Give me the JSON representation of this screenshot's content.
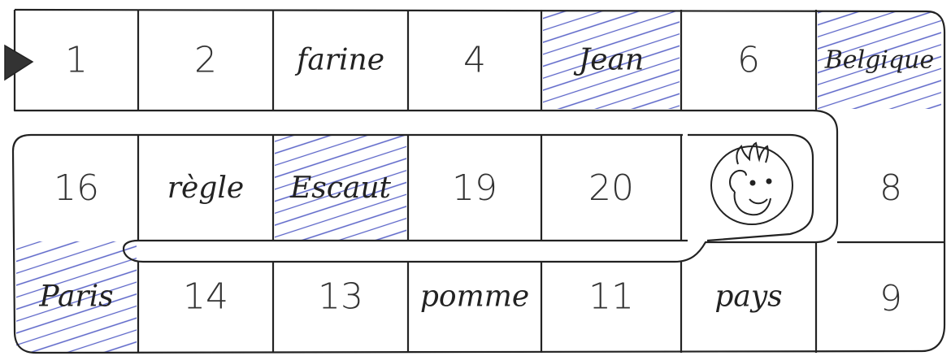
{
  "board": {
    "start_marker": "start-arrow",
    "cells": [
      {
        "id": 1,
        "label": "1",
        "kind": "number",
        "shaded": false
      },
      {
        "id": 2,
        "label": "2",
        "kind": "number",
        "shaded": false
      },
      {
        "id": 3,
        "label": "farine",
        "kind": "word",
        "shaded": false
      },
      {
        "id": 4,
        "label": "4",
        "kind": "number",
        "shaded": false
      },
      {
        "id": 5,
        "label": "Jean",
        "kind": "word",
        "shaded": true
      },
      {
        "id": 6,
        "label": "6",
        "kind": "number",
        "shaded": false
      },
      {
        "id": 7,
        "label": "Belgique",
        "kind": "word",
        "shaded": true
      },
      {
        "id": 8,
        "label": "8",
        "kind": "number",
        "shaded": false
      },
      {
        "id": 9,
        "label": "9",
        "kind": "number",
        "shaded": false
      },
      {
        "id": 10,
        "label": "pays",
        "kind": "word",
        "shaded": false
      },
      {
        "id": 11,
        "label": "11",
        "kind": "number",
        "shaded": false
      },
      {
        "id": 12,
        "label": "pomme",
        "kind": "word",
        "shaded": false
      },
      {
        "id": 13,
        "label": "13",
        "kind": "number",
        "shaded": false
      },
      {
        "id": 14,
        "label": "14",
        "kind": "number",
        "shaded": false
      },
      {
        "id": 15,
        "label": "Paris",
        "kind": "word",
        "shaded": true
      },
      {
        "id": 16,
        "label": "16",
        "kind": "number",
        "shaded": false
      },
      {
        "id": 17,
        "label": "règle",
        "kind": "word",
        "shaded": false
      },
      {
        "id": 18,
        "label": "Escaut",
        "kind": "word",
        "shaded": true
      },
      {
        "id": 19,
        "label": "19",
        "kind": "number",
        "shaded": false
      },
      {
        "id": 20,
        "label": "20",
        "kind": "number",
        "shaded": false
      }
    ],
    "finish_icon": "smiling-face-icon",
    "colors": {
      "line": "#222222",
      "shading": "#5a64c8",
      "background": "#ffffff"
    }
  }
}
